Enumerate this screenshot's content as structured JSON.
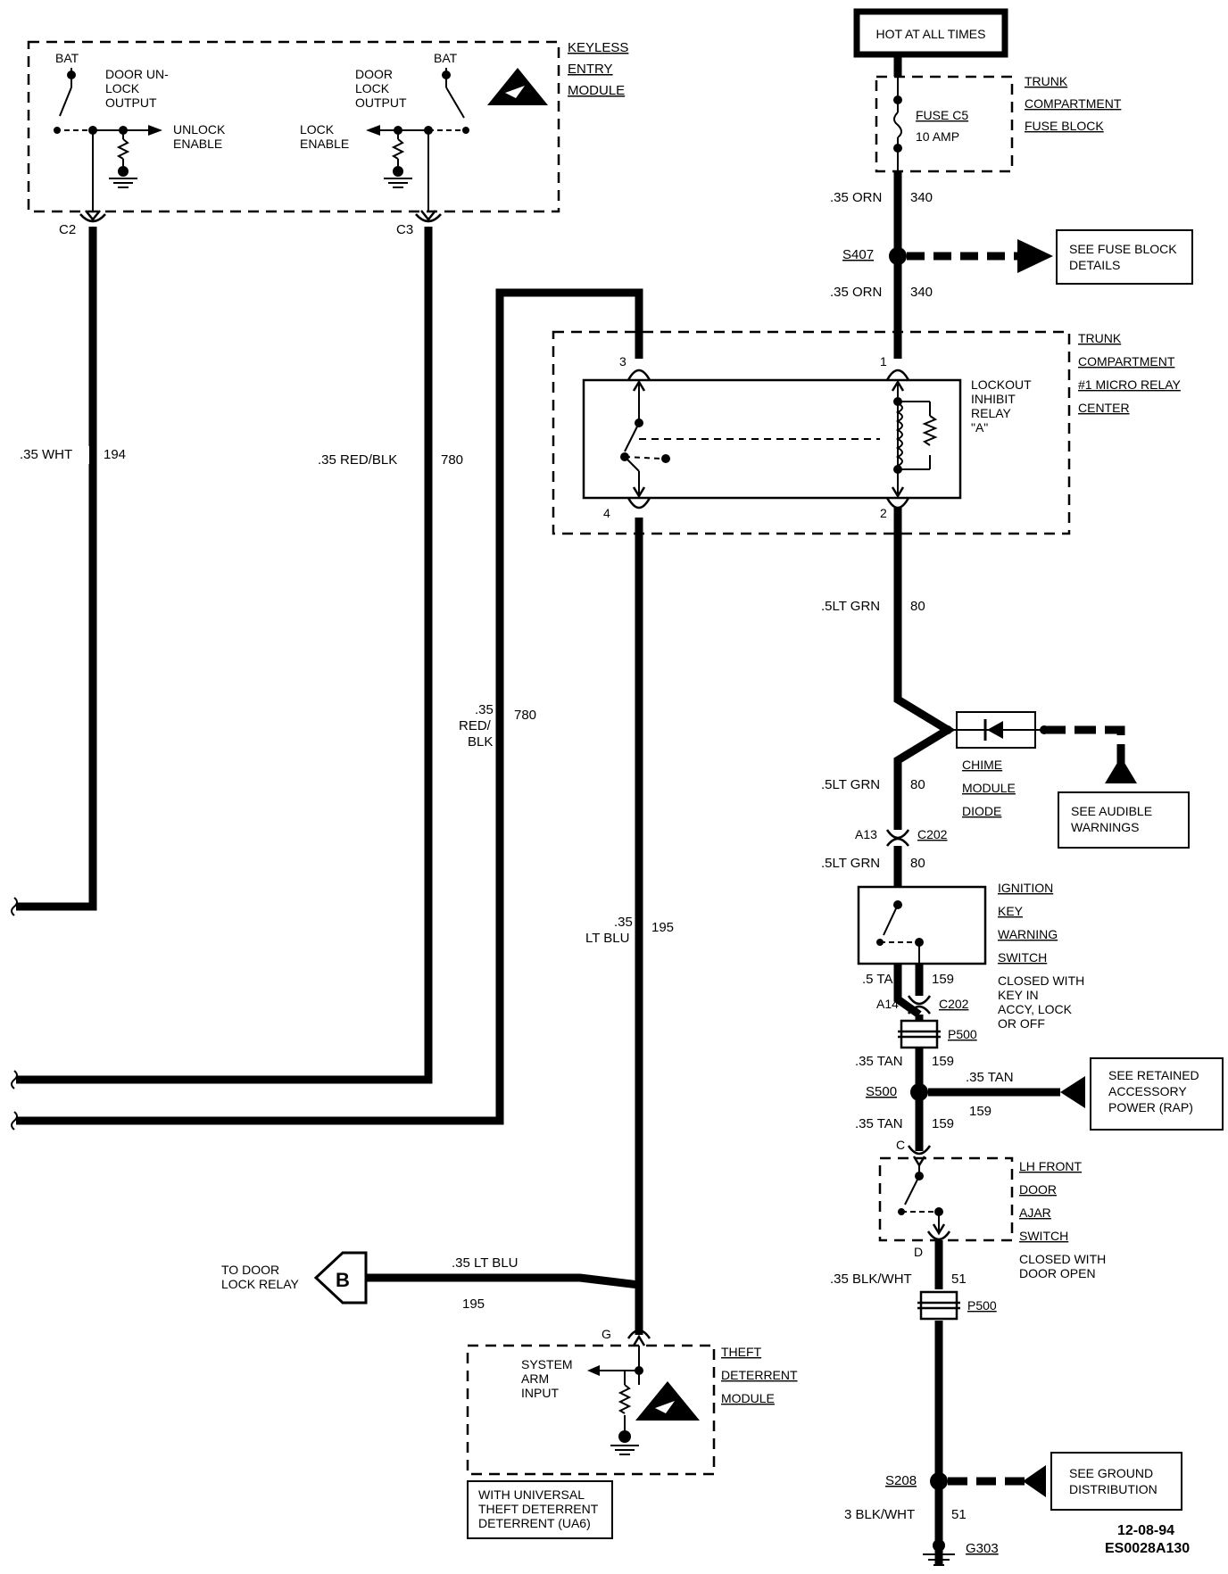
{
  "header_box": "HOT AT ALL TIMES",
  "keyless": {
    "title": [
      "KEYLESS",
      "ENTRY",
      "MODULE"
    ],
    "bat_left": "BAT",
    "bat_right": "BAT",
    "unlock_out": [
      "DOOR UN-",
      "LOCK",
      "OUTPUT"
    ],
    "lock_out": [
      "DOOR",
      "LOCK",
      "OUTPUT"
    ],
    "unlock_enable": [
      "UNLOCK",
      "ENABLE"
    ],
    "lock_enable": [
      "LOCK",
      "ENABLE"
    ],
    "c2": "C2",
    "c3": "C3"
  },
  "fuse_block": {
    "title": [
      "TRUNK",
      "COMPARTMENT",
      "FUSE BLOCK"
    ],
    "fuse": [
      "FUSE C5",
      "10 AMP"
    ]
  },
  "micro_relay": {
    "title": [
      "TRUNK",
      "COMPARTMENT",
      "#1 MICRO RELAY",
      "CENTER"
    ],
    "relay": [
      "LOCKOUT",
      "INHIBIT",
      "RELAY",
      "\"A\""
    ],
    "pins": [
      "3",
      "1",
      "4",
      "2"
    ]
  },
  "wires": {
    "orn_top": [
      ".35 ORN",
      "340"
    ],
    "s407": "S407",
    "orn_mid": [
      ".35 ORN",
      "340"
    ],
    "wht": [
      ".35 WHT",
      "194"
    ],
    "redblk": [
      ".35 RED/BLK",
      "780"
    ],
    "redblk2": [
      ".35",
      "RED/",
      "BLK",
      "780"
    ],
    "ltgrn1": [
      ".5LT GRN",
      "80"
    ],
    "ltgrn2": [
      ".5LT GRN",
      "80"
    ],
    "ltgrn3": [
      ".5LT GRN",
      "80"
    ],
    "a13": "A13",
    "c202a": "C202",
    "ltblu": [
      ".35",
      "LT BLU",
      "195"
    ],
    "tan1": [
      ".5 TAN",
      "159"
    ],
    "a14": "A14",
    "c202b": "C202",
    "p500a": "P500",
    "tan2": [
      ".35 TAN",
      "159"
    ],
    "s500": "S500",
    "tan_branch": [
      ".35 TAN",
      "159"
    ],
    "tan3": [
      ".35 TAN",
      "159"
    ],
    "pin_c": "C",
    "pin_d": "D",
    "blkwht": [
      ".35 BLK/WHT",
      "51"
    ],
    "p500b": "P500",
    "s208": "S208",
    "blkwht2": [
      "3 BLK/WHT",
      "51"
    ],
    "g303": "G303",
    "ltblu_b": [
      ".35 LT BLU",
      "195"
    ]
  },
  "refs": {
    "fuse_details": [
      "SEE FUSE BLOCK",
      "DETAILS"
    ],
    "audible": [
      "SEE AUDIBLE",
      "WARNINGS"
    ],
    "rap": [
      "SEE RETAINED",
      "ACCESSORY",
      "POWER (RAP)"
    ],
    "ground": [
      "SEE GROUND",
      "DISTRIBUTION"
    ]
  },
  "chime": [
    "CHIME",
    "MODULE",
    "DIODE"
  ],
  "ignition": {
    "title": [
      "IGNITION",
      "KEY",
      "WARNING",
      "SWITCH"
    ],
    "note": [
      "CLOSED WITH",
      "KEY IN",
      "ACCY, LOCK",
      "OR OFF"
    ]
  },
  "door_switch": {
    "title": [
      "LH FRONT",
      "DOOR",
      "AJAR",
      "SWITCH"
    ],
    "note": [
      "CLOSED WITH",
      "DOOR OPEN"
    ]
  },
  "theft": {
    "title": [
      "THEFT",
      "DETERRENT",
      "MODULE"
    ],
    "input": [
      "SYSTEM",
      "ARM",
      "INPUT"
    ],
    "pin": "G",
    "option": [
      "WITH UNIVERSAL",
      "THEFT DETERRENT",
      "DETERRENT (UA6)"
    ]
  },
  "door_lock": {
    "text": [
      "TO DOOR",
      "LOCK RELAY"
    ],
    "letter": "B"
  },
  "footer": [
    "12-08-94",
    "ES0028A130"
  ]
}
